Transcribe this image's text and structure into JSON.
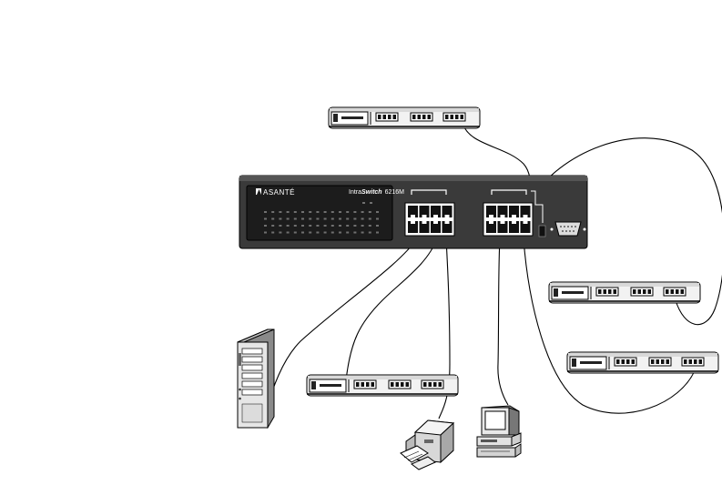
{
  "main_switch": {
    "brand": "ASANTÉ",
    "model_prefix": "Intra",
    "model_name": "Switch",
    "model_number": "6216M"
  },
  "hubs": [
    {
      "id": "hub-top"
    },
    {
      "id": "hub-right-upper"
    },
    {
      "id": "hub-right-lower"
    },
    {
      "id": "hub-bottom-center"
    }
  ],
  "devices": [
    {
      "id": "server",
      "icon": "server-tower-icon"
    },
    {
      "id": "printer",
      "icon": "printer-icon"
    },
    {
      "id": "workstation",
      "icon": "desktop-computer-icon"
    }
  ],
  "colors": {
    "switch_body": "#3a3a3a",
    "switch_panel": "#1c1c1c",
    "line": "#000000",
    "device_fill": "#f2f2f2"
  }
}
